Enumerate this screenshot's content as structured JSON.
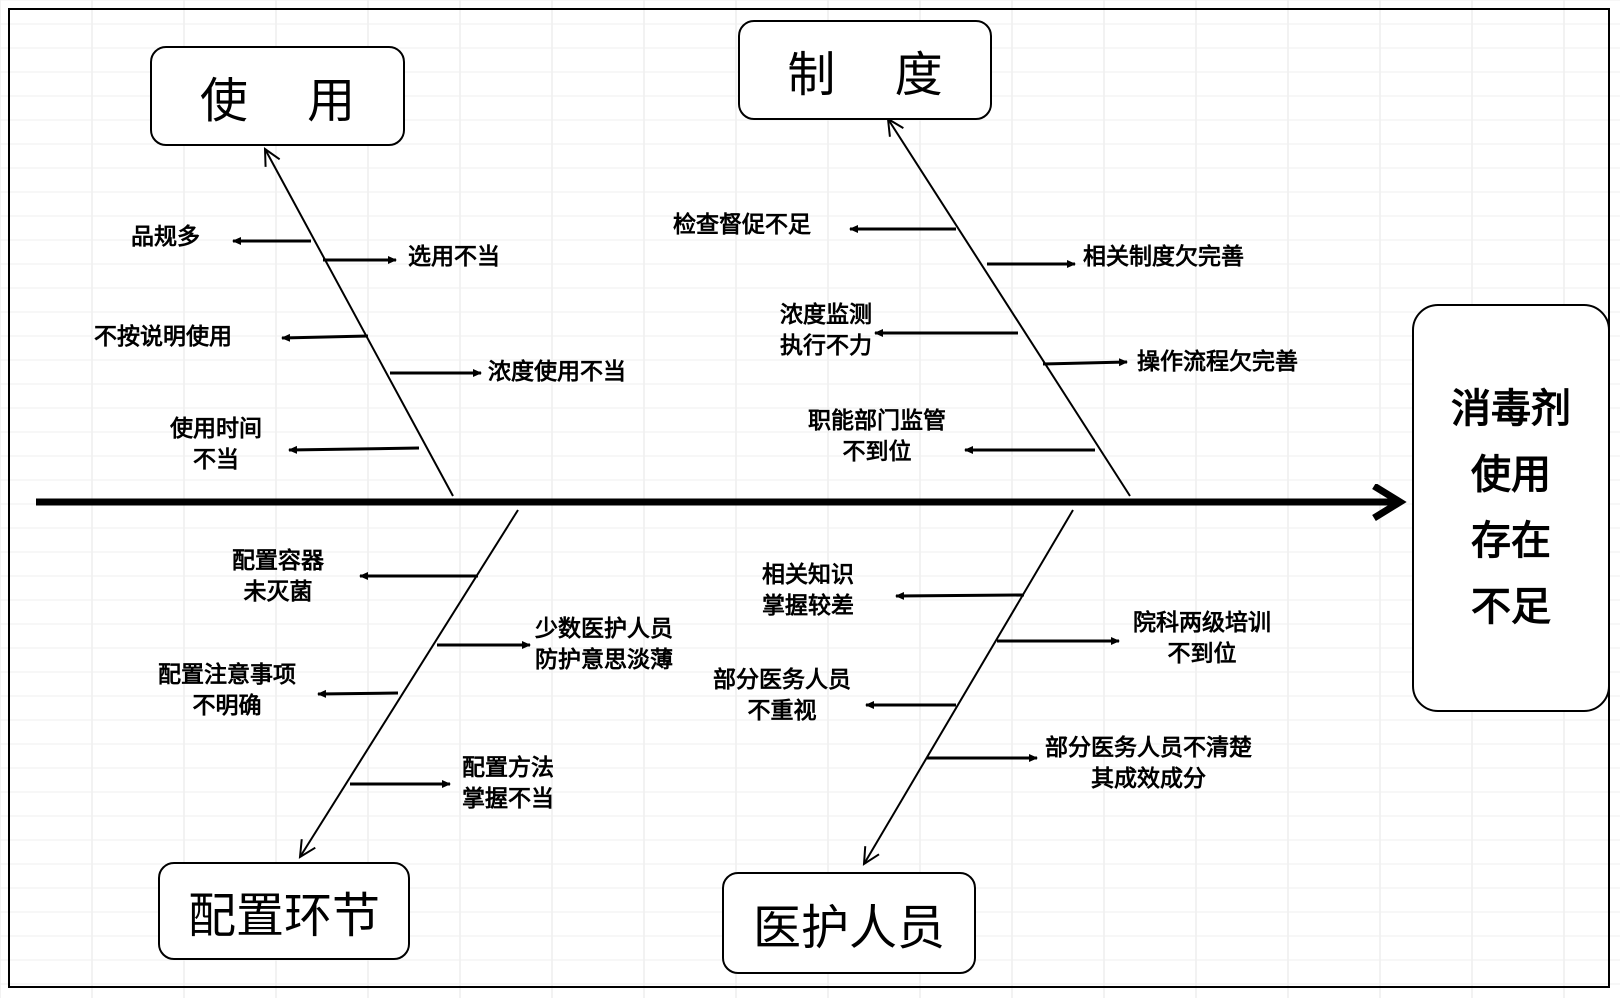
{
  "effect": {
    "lines": [
      "消毒剂",
      "使用",
      "存在",
      "不足"
    ]
  },
  "categories": {
    "usage": "使 用",
    "policy": "制 度",
    "config": "配置环节",
    "staff": "医护人员"
  },
  "causes": {
    "usage": {
      "too_many_specs": "品规多",
      "improper_selection": "选用不当",
      "not_per_instructions": "不按说明使用",
      "improper_concentration": "浓度使用不当",
      "improper_time": [
        "使用时间",
        "不当"
      ]
    },
    "policy": {
      "insufficient_inspection": "检查督促不足",
      "incomplete_rules": "相关制度欠完善",
      "concentration_monitoring": [
        "浓度监测",
        "执行不力"
      ],
      "incomplete_procedures": "操作流程欠完善",
      "department_supervision": [
        "职能部门监管",
        "不到位"
      ]
    },
    "config": {
      "container_not_sterile": [
        "配置容器",
        "未灭菌"
      ],
      "low_awareness": [
        "少数医护人员",
        "防护意思淡薄"
      ],
      "unclear_notes": [
        "配置注意事项",
        "不明确"
      ],
      "improper_method": [
        "配置方法",
        "掌握不当"
      ]
    },
    "staff": {
      "poor_knowledge": [
        "相关知识",
        "掌握较差"
      ],
      "training_inadequate": [
        "院科两级培训",
        "不到位"
      ],
      "not_valued": [
        "部分医务人员",
        "不重视"
      ],
      "unclear_ingredients": [
        "部分医务人员不清楚",
        "其成效成分"
      ]
    }
  }
}
